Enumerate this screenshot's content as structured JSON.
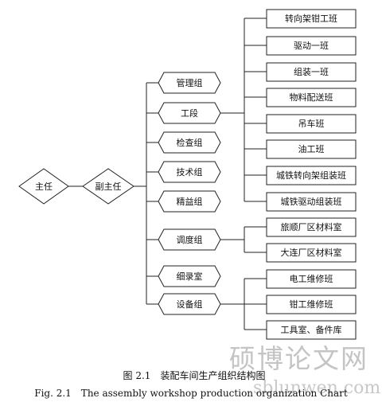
{
  "diagram": {
    "root": "主任",
    "deputy": "副主任",
    "groups": [
      "管理组",
      "工段",
      "检查组",
      "技术组",
      "精益组",
      "调度组",
      "细录室",
      "设备组"
    ],
    "section_teams": [
      "转向架钳工班",
      "驱动一班",
      "组装一班",
      "物料配送班",
      "吊车班",
      "油工班",
      "城铁转向架组装班",
      "城铁驱动组装班"
    ],
    "dispatch_teams": [
      "旅顺厂区材料室",
      "大连厂区材料室"
    ],
    "equipment_teams": [
      "电工维修班",
      "钳工维修班",
      "工具室、备件库"
    ]
  },
  "caption": {
    "cn": "图 2.1　装配车间生产组织结构图",
    "en": "Fig. 2.1　The assembly workshop production organization Chart"
  },
  "watermark": {
    "cn": "硕博论文网",
    "url": "sblunwen.com"
  },
  "colors": {
    "stroke": "#222222",
    "fill": "#ffffff",
    "text": "#111111",
    "watermark": "#bdbdbd"
  }
}
